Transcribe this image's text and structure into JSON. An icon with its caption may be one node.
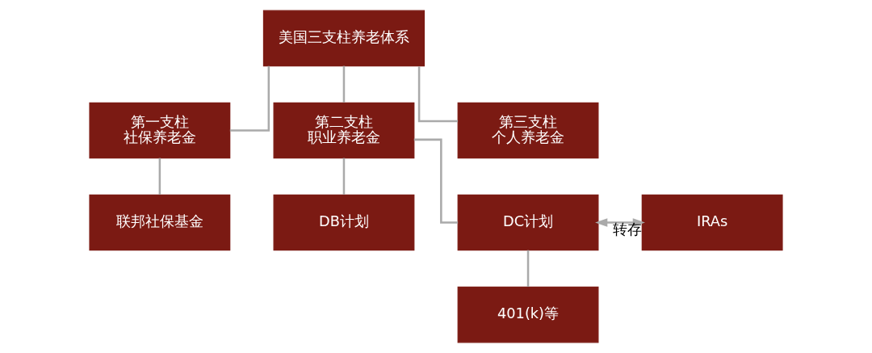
{
  "diagram": {
    "nodes": [
      {
        "text": [
          "美国三支柱养老体系"
        ]
      },
      {
        "text": [
          "第一支柱",
          "社保养老金"
        ]
      },
      {
        "text": [
          "第二支柱",
          "职业养老金"
        ]
      },
      {
        "text": [
          "第三支柱",
          "个人养老金"
        ]
      },
      {
        "text": [
          "联邦社保基金"
        ]
      },
      {
        "text": [
          "DB计划"
        ]
      },
      {
        "text": [
          "DC计划"
        ]
      },
      {
        "text": [
          "IRAs"
        ]
      },
      {
        "text": [
          "401(k)等"
        ]
      }
    ],
    "edges": [
      {
        "from": 0,
        "to": 1,
        "arrow": "none"
      },
      {
        "from": 0,
        "to": 2,
        "arrow": "none"
      },
      {
        "from": 0,
        "to": 3,
        "arrow": "none"
      },
      {
        "from": 1,
        "to": 4,
        "arrow": "none"
      },
      {
        "from": 2,
        "to": 5,
        "arrow": "none"
      },
      {
        "from": 2,
        "to": 6,
        "arrow": "none"
      },
      {
        "from": 6,
        "to": 7,
        "arrow": "both",
        "label": "转存"
      },
      {
        "from": 6,
        "to": 8,
        "arrow": "none"
      }
    ]
  }
}
